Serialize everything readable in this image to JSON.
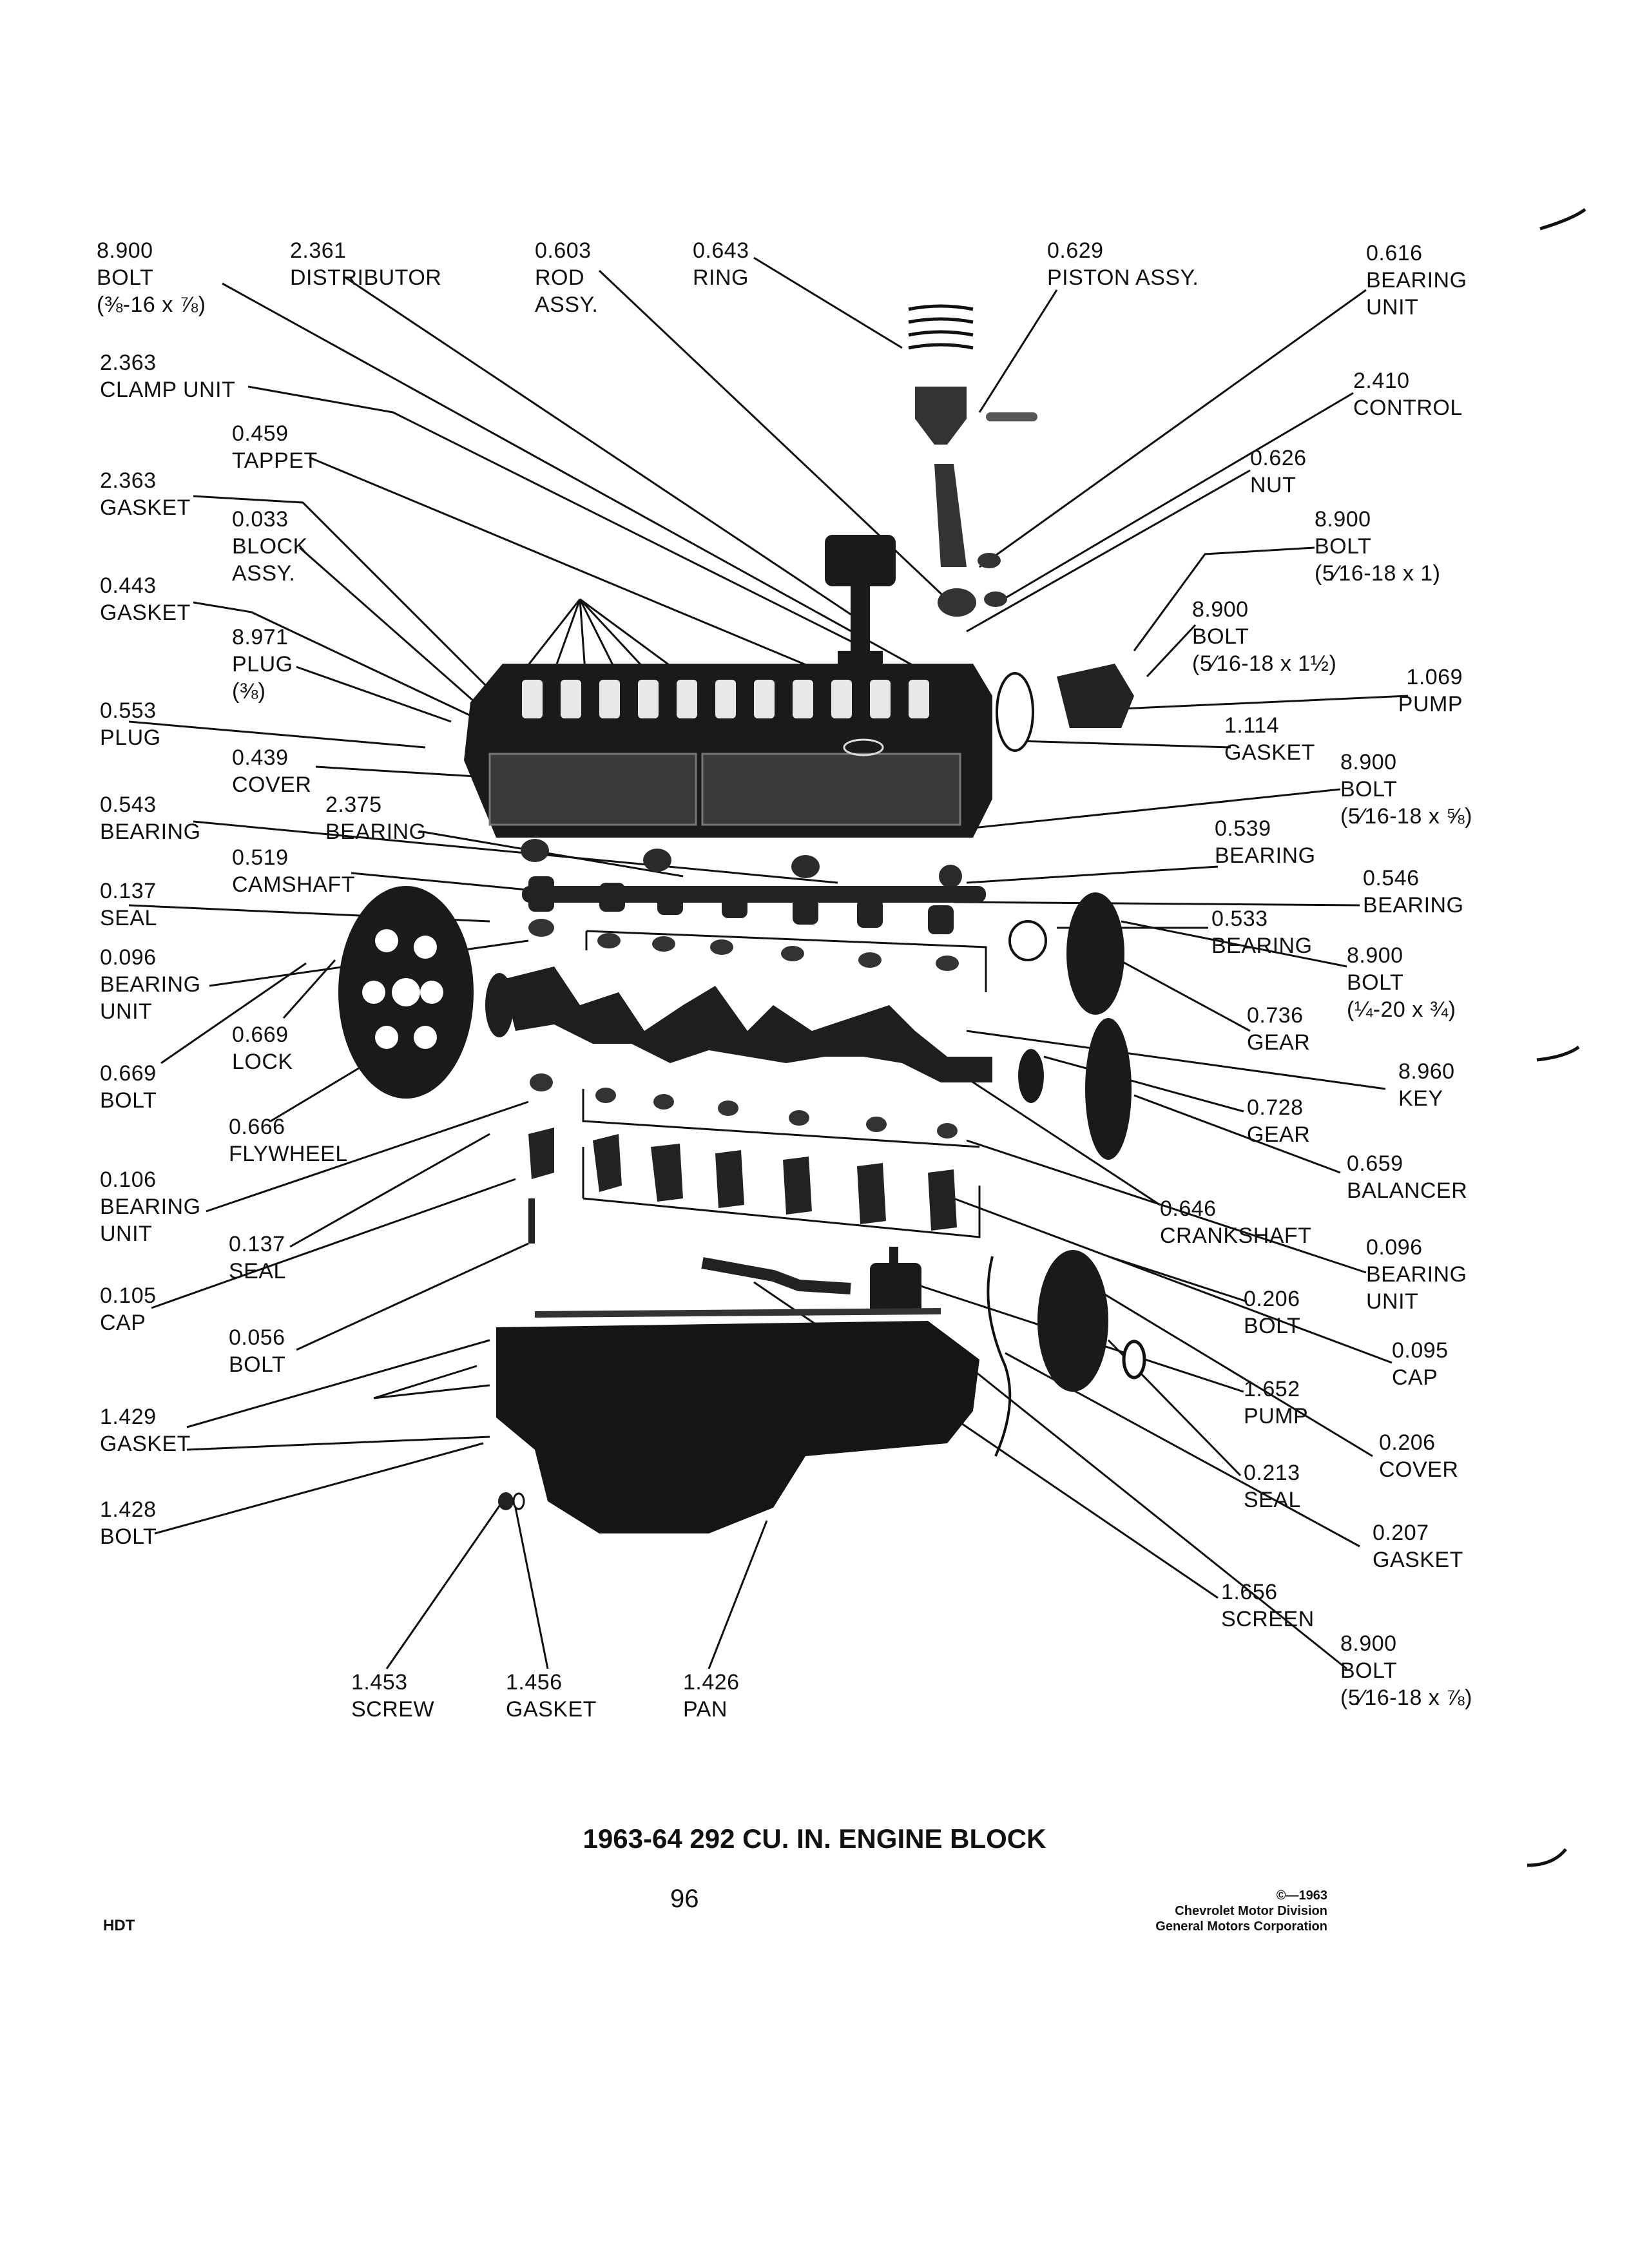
{
  "page": {
    "title": "1963-64 292 CU. IN. ENGINE BLOCK",
    "number": "96",
    "hdt": "HDT",
    "copyright": {
      "year": "©—1963",
      "division": "Chevrolet Motor Division",
      "corporation": "General Motors Corporation"
    }
  },
  "labels": {
    "bolt_38": {
      "num": "8.900",
      "name": "BOLT",
      "spec": "(⅜-16 x ⅞)"
    },
    "distributor": {
      "num": "2.361",
      "name": "DISTRIBUTOR"
    },
    "rod_assy": {
      "num": "0.603",
      "name": "ROD",
      "name2": "ASSY."
    },
    "ring": {
      "num": "0.643",
      "name": "RING"
    },
    "piston_assy": {
      "num": "0.629",
      "name": "PISTON ASSY."
    },
    "bearing_unit_616": {
      "num": "0.616",
      "name": "BEARING",
      "name2": "UNIT"
    },
    "clamp_unit": {
      "num": "2.363",
      "name": "CLAMP UNIT"
    },
    "control": {
      "num": "2.410",
      "name": "CONTROL"
    },
    "tappet": {
      "num": "0.459",
      "name": "TAPPET"
    },
    "nut": {
      "num": "0.626",
      "name": "NUT"
    },
    "gasket_2363": {
      "num": "2.363",
      "name": "GASKET"
    },
    "block_assy": {
      "num": "0.033",
      "name": "BLOCK",
      "name2": "ASSY."
    },
    "bolt_516_1": {
      "num": "8.900",
      "name": "BOLT",
      "spec": "(5⁄16-18 x 1)"
    },
    "gasket_443": {
      "num": "0.443",
      "name": "GASKET"
    },
    "bolt_516_112": {
      "num": "8.900",
      "name": "BOLT",
      "spec": "(5⁄16-18 x 1½)"
    },
    "plug_38": {
      "num": "8.971",
      "name": "PLUG",
      "spec": "(⅜)"
    },
    "pump_1069": {
      "num": "1.069",
      "name": "PUMP"
    },
    "plug_553": {
      "num": "0.553",
      "name": "PLUG"
    },
    "gasket_1114": {
      "num": "1.114",
      "name": "GASKET"
    },
    "cover_439": {
      "num": "0.439",
      "name": "COVER"
    },
    "bolt_516_58": {
      "num": "8.900",
      "name": "BOLT",
      "spec": "(5⁄16-18 x ⅝)"
    },
    "bearing_543": {
      "num": "0.543",
      "name": "BEARING"
    },
    "bearing_2375": {
      "num": "2.375",
      "name": "BEARING"
    },
    "bearing_539": {
      "num": "0.539",
      "name": "BEARING"
    },
    "camshaft": {
      "num": "0.519",
      "name": "CAMSHAFT"
    },
    "bearing_546": {
      "num": "0.546",
      "name": "BEARING"
    },
    "seal_137_top": {
      "num": "0.137",
      "name": "SEAL"
    },
    "bearing_533": {
      "num": "0.533",
      "name": "BEARING"
    },
    "bearing_unit_096_left": {
      "num": "0.096",
      "name": "BEARING",
      "name2": "UNIT"
    },
    "bolt_14": {
      "num": "8.900",
      "name": "BOLT",
      "spec": "(¼-20 x ¾)"
    },
    "gear_736": {
      "num": "0.736",
      "name": "GEAR"
    },
    "lock": {
      "num": "0.669",
      "name": "LOCK"
    },
    "bolt_669": {
      "num": "0.669",
      "name": "BOLT"
    },
    "key": {
      "num": "8.960",
      "name": "KEY"
    },
    "gear_728": {
      "num": "0.728",
      "name": "GEAR"
    },
    "flywheel": {
      "num": "0.666",
      "name": "FLYWHEEL"
    },
    "balancer": {
      "num": "0.659",
      "name": "BALANCER"
    },
    "bearing_unit_106": {
      "num": "0.106",
      "name": "BEARING",
      "name2": "UNIT"
    },
    "crankshaft": {
      "num": "0.646",
      "name": "CRANKSHAFT"
    },
    "seal_137_lower": {
      "num": "0.137",
      "name": "SEAL"
    },
    "bearing_unit_096_right": {
      "num": "0.096",
      "name": "BEARING",
      "name2": "UNIT"
    },
    "cap_105": {
      "num": "0.105",
      "name": "CAP"
    },
    "bolt_206": {
      "num": "0.206",
      "name": "BOLT"
    },
    "bolt_056": {
      "num": "0.056",
      "name": "BOLT"
    },
    "cap_095": {
      "num": "0.095",
      "name": "CAP"
    },
    "pump_1652": {
      "num": "1.652",
      "name": "PUMP"
    },
    "gasket_1429": {
      "num": "1.429",
      "name": "GASKET"
    },
    "cover_206": {
      "num": "0.206",
      "name": "COVER"
    },
    "seal_213": {
      "num": "0.213",
      "name": "SEAL"
    },
    "bolt_1428": {
      "num": "1.428",
      "name": "BOLT"
    },
    "gasket_207": {
      "num": "0.207",
      "name": "GASKET"
    },
    "screen": {
      "num": "1.656",
      "name": "SCREEN"
    },
    "bolt_516_78": {
      "num": "8.900",
      "name": "BOLT",
      "spec": "(5⁄16-18 x ⅞)"
    },
    "screw": {
      "num": "1.453",
      "name": "SCREW"
    },
    "gasket_1456": {
      "num": "1.456",
      "name": "GASKET"
    },
    "pan": {
      "num": "1.426",
      "name": "PAN"
    }
  }
}
